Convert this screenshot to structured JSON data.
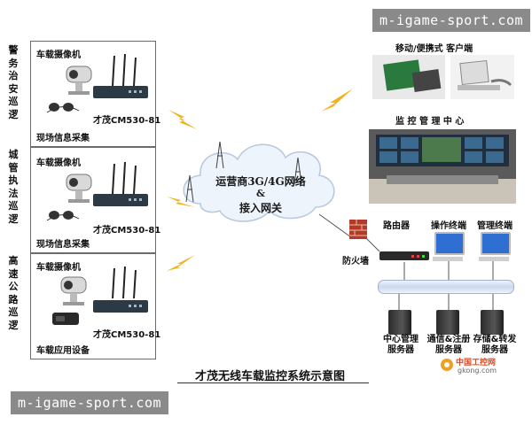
{
  "watermark_top": "m-igame-sport.com",
  "watermark_bottom": "m-igame-sport.com",
  "side_labels": [
    "警务治安巡逻",
    "城管执法巡逻",
    "高速公路巡逻"
  ],
  "panels": [
    {
      "camera_label": "车载摄像机",
      "device_label": "才茂CM530-81",
      "bottom_label": "现场信息采集"
    },
    {
      "camera_label": "车载摄像机",
      "device_label": "才茂CM530-81",
      "bottom_label": "现场信息采集"
    },
    {
      "camera_label": "车载摄像机",
      "device_label": "才茂CM530-81",
      "bottom_label": "车载应用设备"
    }
  ],
  "cloud": {
    "line1": "运营商3G/4G网络",
    "line2": "&",
    "line3": "接入网关"
  },
  "firewall_label": "防火墙",
  "mobile_label": "移动/便携式 客户端",
  "center_label": "监 控 管 理 中 心",
  "router_label": "路由器",
  "op_terminal_label": "操作终端",
  "mgmt_terminal_label": "管理终端",
  "servers": [
    "中心管理\n服务器",
    "通信&注册\n服务器",
    "存储&转发\n服务器"
  ],
  "logo_text": "中国工控网",
  "logo_site": "gkong.com",
  "figure_title": "才茂无线车载监控系统示意图",
  "colors": {
    "bolt": "#f2b21b",
    "cloud": "#eef4fb",
    "border": "#6b6b6b",
    "bar": "#c9d8ee"
  }
}
